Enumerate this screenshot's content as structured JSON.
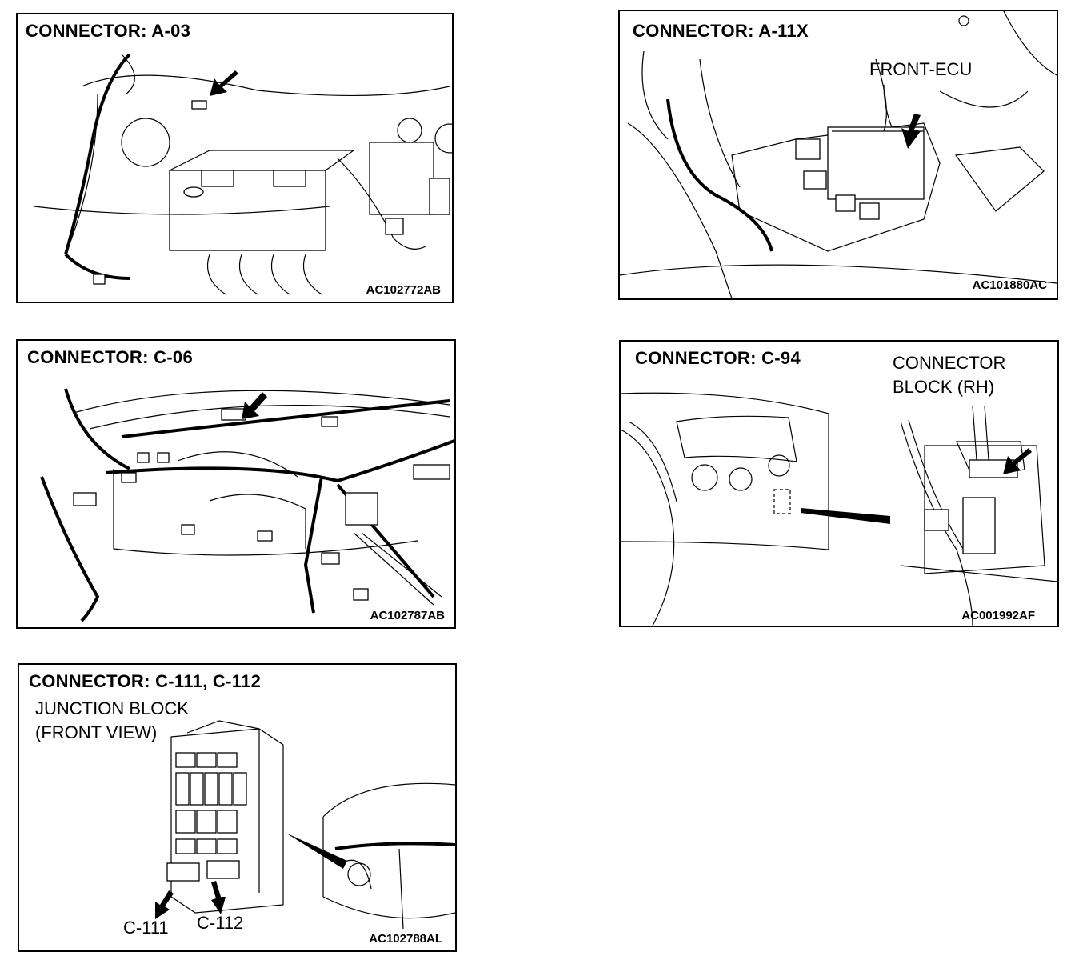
{
  "panels": [
    {
      "title": "CONNECTOR: A-03",
      "code": "AC102772AB"
    },
    {
      "title": "CONNECTOR: A-11X",
      "code": "AC101880AC",
      "label": "FRONT-ECU"
    },
    {
      "title": "CONNECTOR: C-06",
      "code": "AC102787AB"
    },
    {
      "title": "CONNECTOR: C-94",
      "code": "AC001992AF",
      "label_line1": "CONNECTOR",
      "label_line2": "BLOCK (RH)"
    },
    {
      "title": "CONNECTOR: C-111, C-112",
      "code": "AC102788AL",
      "label_line1": "JUNCTION BLOCK",
      "label_line2": "(FRONT VIEW)",
      "callout_a": "C-111",
      "callout_b": "C-112"
    }
  ]
}
